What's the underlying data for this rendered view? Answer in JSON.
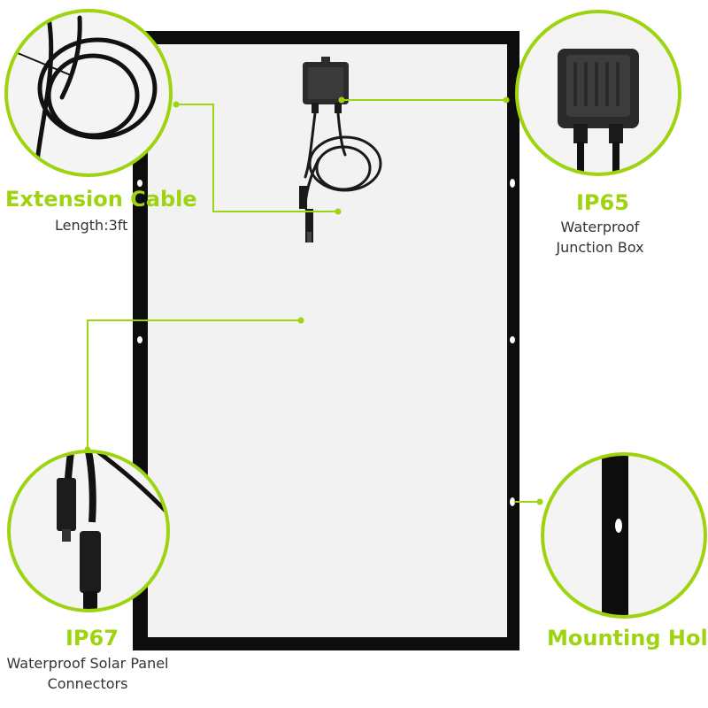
{
  "callouts": {
    "extension_cable": {
      "title": "Extension Cable",
      "subtitle": "Length:3ft"
    },
    "junction_box": {
      "title": "IP65",
      "subtitle_line1": "Waterproof",
      "subtitle_line2": "Junction Box"
    },
    "connectors": {
      "title": "IP67",
      "subtitle_line1": "Waterproof Solar Panel",
      "subtitle_line2": "Connectors"
    },
    "mounting_hole": {
      "title": "Mounting Hole"
    }
  },
  "colors": {
    "accent": "#9ed40f",
    "frame": "#0d0d0d",
    "panel_back": "#f2f2f2",
    "text": "#333333"
  },
  "icons": [
    "junction-box-icon",
    "cable-icon",
    "connector-icon",
    "mounting-hole-icon"
  ]
}
